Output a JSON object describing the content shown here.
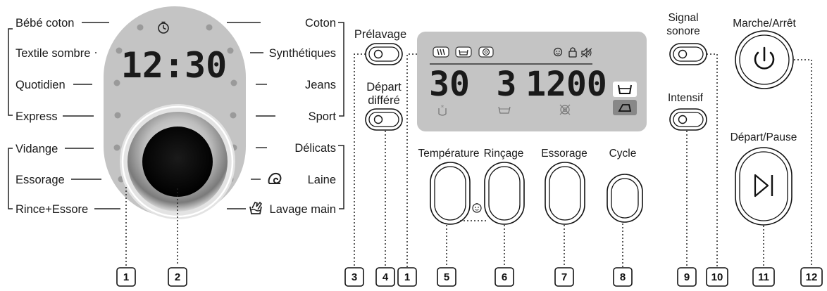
{
  "dial": {
    "left_programs": [
      "Bébé coton",
      "Textile sombre",
      "Quotidien",
      "Express",
      "Vidange",
      "Essorage",
      "Rince+Essore"
    ],
    "right_programs": [
      "Coton",
      "Synthétiques",
      "Jeans",
      "Sport",
      "Délicats",
      "Laine",
      "Lavage main"
    ],
    "clock_time": "12:30"
  },
  "buttons": {
    "prewash": "Prélavage",
    "delay_start_line1": "Départ",
    "delay_start_line2": "différé",
    "temperature": "Température",
    "rinse": "Rinçage",
    "spin": "Essorage",
    "cycle": "Cycle",
    "signal_line1": "Signal",
    "signal_line2": "sonore",
    "intensive": "Intensif",
    "power": "Marche/Arrêt",
    "start_pause": "Départ/Pause"
  },
  "display": {
    "temperature": "30",
    "rinse": "3",
    "spin": "1200"
  },
  "callouts": [
    "1",
    "2",
    "3",
    "4",
    "1",
    "5",
    "6",
    "7",
    "8",
    "9",
    "10",
    "11",
    "12"
  ],
  "icons": {
    "prewash_tub": "prewash-tub-icon",
    "wash_tub": "wash-tub-icon",
    "spin": "spin-icon",
    "child_lock": "child-lock-icon",
    "lock": "lock-icon",
    "mute": "sound-off-icon",
    "power": "power-icon",
    "start_pause": "play-pause-icon",
    "clock": "clock-icon",
    "wool": "wool-icon",
    "hand_wash": "hand-wash-icon"
  }
}
